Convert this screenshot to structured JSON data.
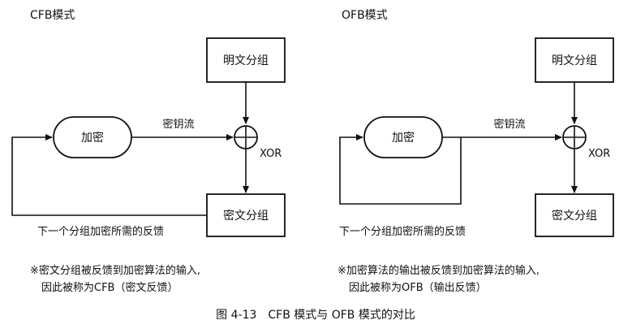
{
  "cfb": {
    "title": "CFB模式",
    "plaintext_box": "明文分组",
    "encrypt_box": "加密",
    "keystream_label": "密钥流",
    "xor_label": "XOR",
    "ciphertext_box": "密文分组",
    "feedback_label": "下一个分组加密所需的反馈",
    "note_line1": "※密文分组被反馈到加密算法的输入,",
    "note_line2": "因此被称为CFB（密文反馈）"
  },
  "ofb": {
    "title": "OFB模式",
    "plaintext_box": "明文分组",
    "encrypt_box": "加密",
    "keystream_label": "密钥流",
    "xor_label": "XOR",
    "ciphertext_box": "密文分组",
    "feedback_label": "下一个分组加密所需的反馈",
    "note_line1": "※加密算法的输出被反馈到加密算法的输入,",
    "note_line2": "因此被称为OFB（输出反馈）"
  },
  "caption": "图 4-13　CFB 模式与 OFB 模式的对比",
  "colors": {
    "stroke": "#111111",
    "background": "#ffffff"
  }
}
